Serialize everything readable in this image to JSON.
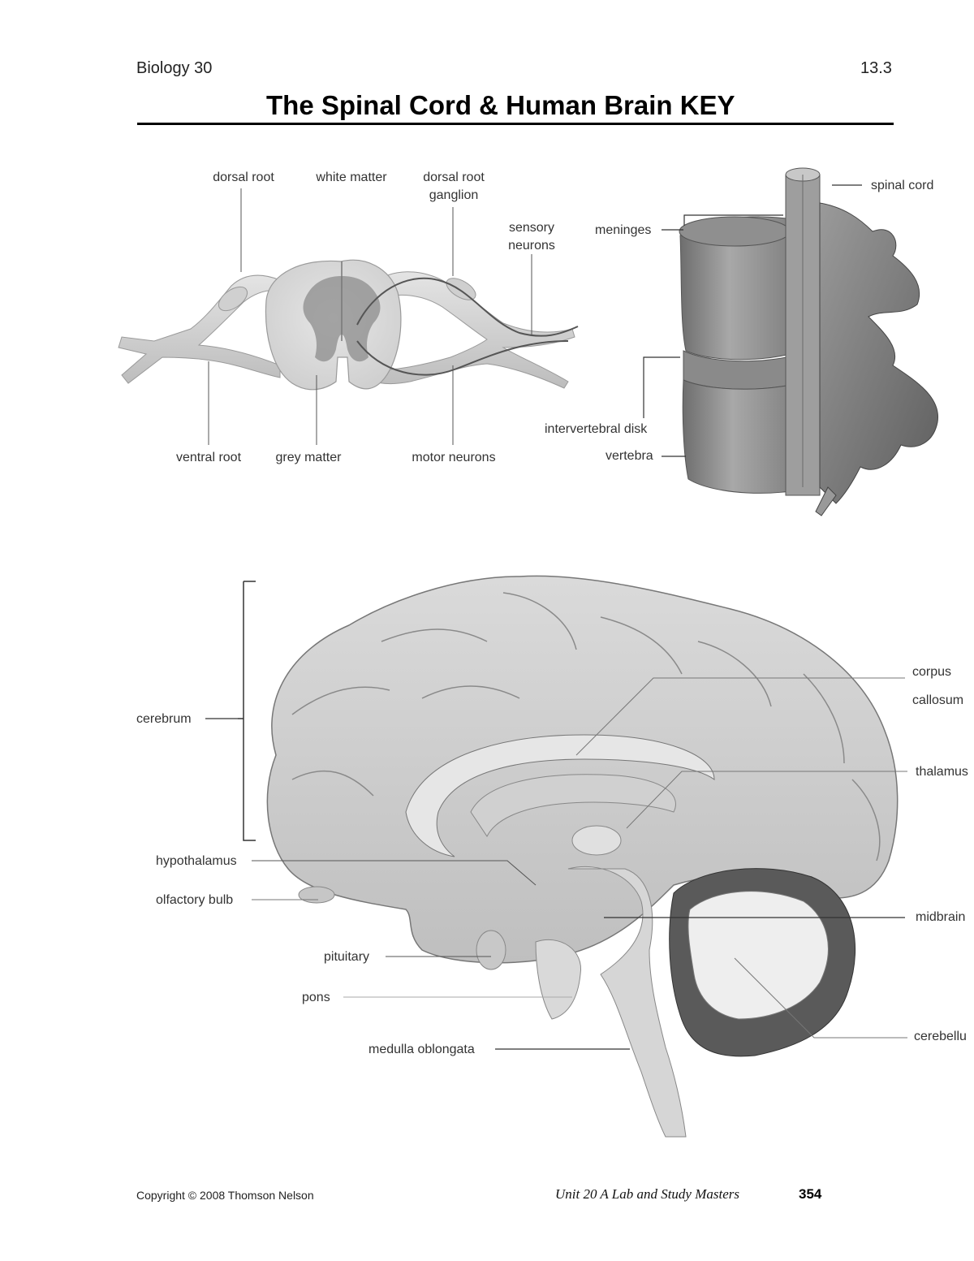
{
  "header": {
    "course": "Biology 30",
    "section": "13.3",
    "title": "The Spinal Cord & Human Brain KEY"
  },
  "spinal_cross_section": {
    "labels": {
      "dorsal_root": "dorsal root",
      "white_matter": "white matter",
      "dorsal_root_ganglion": "dorsal root\nganglion",
      "sensory_neurons": "sensory\nneurons",
      "ventral_root": "ventral root",
      "grey_matter": "grey matter",
      "motor_neurons": "motor neurons"
    }
  },
  "vertebral_column": {
    "labels": {
      "spinal_cord": "spinal cord",
      "meninges": "meninges",
      "intervertebral_disk": "intervertebral disk",
      "vertebra": "vertebra"
    }
  },
  "brain": {
    "labels": {
      "cerebrum": "cerebrum",
      "corpus": "corpus",
      "callosum": "callosum",
      "thalamus": "thalamus",
      "hypothalamus": "hypothalamus",
      "olfactory_bulb": "olfactory bulb",
      "midbrain": "midbrain",
      "pituitary": "pituitary",
      "pons": "pons",
      "medulla_oblongata": "medulla oblongata",
      "cerebellum": "cerebellu"
    }
  },
  "footer": {
    "copyright": "Copyright © 2008 Thomson Nelson",
    "unit": "Unit 20 A Lab and Study Masters",
    "page": "354"
  }
}
